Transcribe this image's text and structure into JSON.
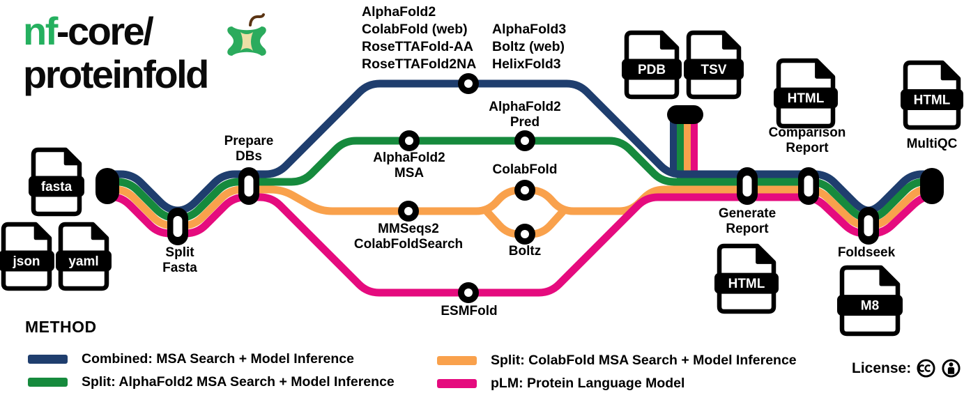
{
  "logo": {
    "brand_green": "nf",
    "brand_rest": "-core/",
    "pipeline": "proteinfold"
  },
  "colors": {
    "combined": "#1f3e6e",
    "split_af2": "#168a3d",
    "split_colabfold": "#f9a14c",
    "plm": "#e50b7e",
    "black": "#000000",
    "logo_green": "#25b05f",
    "apple_green": "#2bab5d",
    "apple_cream": "#ecdfa6",
    "stem_brown": "#5a3413"
  },
  "files": {
    "fasta": "fasta",
    "json": "json",
    "yaml": "yaml",
    "pdb": "PDB",
    "tsv": "TSV",
    "html_comparison": "HTML",
    "html_report": "HTML",
    "html_multiqc": "HTML",
    "m8": "M8"
  },
  "stations": {
    "split_fasta": [
      "Split",
      "Fasta"
    ],
    "prepare_dbs": [
      "Prepare",
      "DBs"
    ],
    "combined_models_col1": [
      "AlphaFold2",
      "ColabFold (web)",
      "RoseTTAFold-AA",
      "RoseTTAFold2NA"
    ],
    "combined_models_col2": [
      "AlphaFold3",
      "Boltz (web)",
      "HelixFold3"
    ],
    "alphafold2_msa": [
      "AlphaFold2",
      "MSA"
    ],
    "alphafold2_pred": [
      "AlphaFold2",
      "Pred"
    ],
    "mmseqs2": [
      "MMSeqs2",
      "ColabFoldSearch"
    ],
    "colabfold": [
      "ColabFold"
    ],
    "boltz": [
      "Boltz"
    ],
    "esmfold": [
      "ESMFold"
    ],
    "generate_report": [
      "Generate",
      "Report"
    ],
    "comparison_report": [
      "Comparison",
      "Report"
    ],
    "multiqc": [
      "MultiQC"
    ],
    "foldseek": [
      "Foldseek"
    ]
  },
  "legend": {
    "title": "METHOD",
    "entries": [
      {
        "color": "combined",
        "label": "Combined: MSA Search + Model Inference"
      },
      {
        "color": "split_af2",
        "label": "Split: AlphaFold2 MSA Search + Model Inference"
      },
      {
        "color": "split_colabfold",
        "label": "Split: ColabFold MSA Search + Model Inference"
      },
      {
        "color": "plm",
        "label": "pLM: Protein Language Model"
      }
    ]
  },
  "license": {
    "label": "License:"
  }
}
